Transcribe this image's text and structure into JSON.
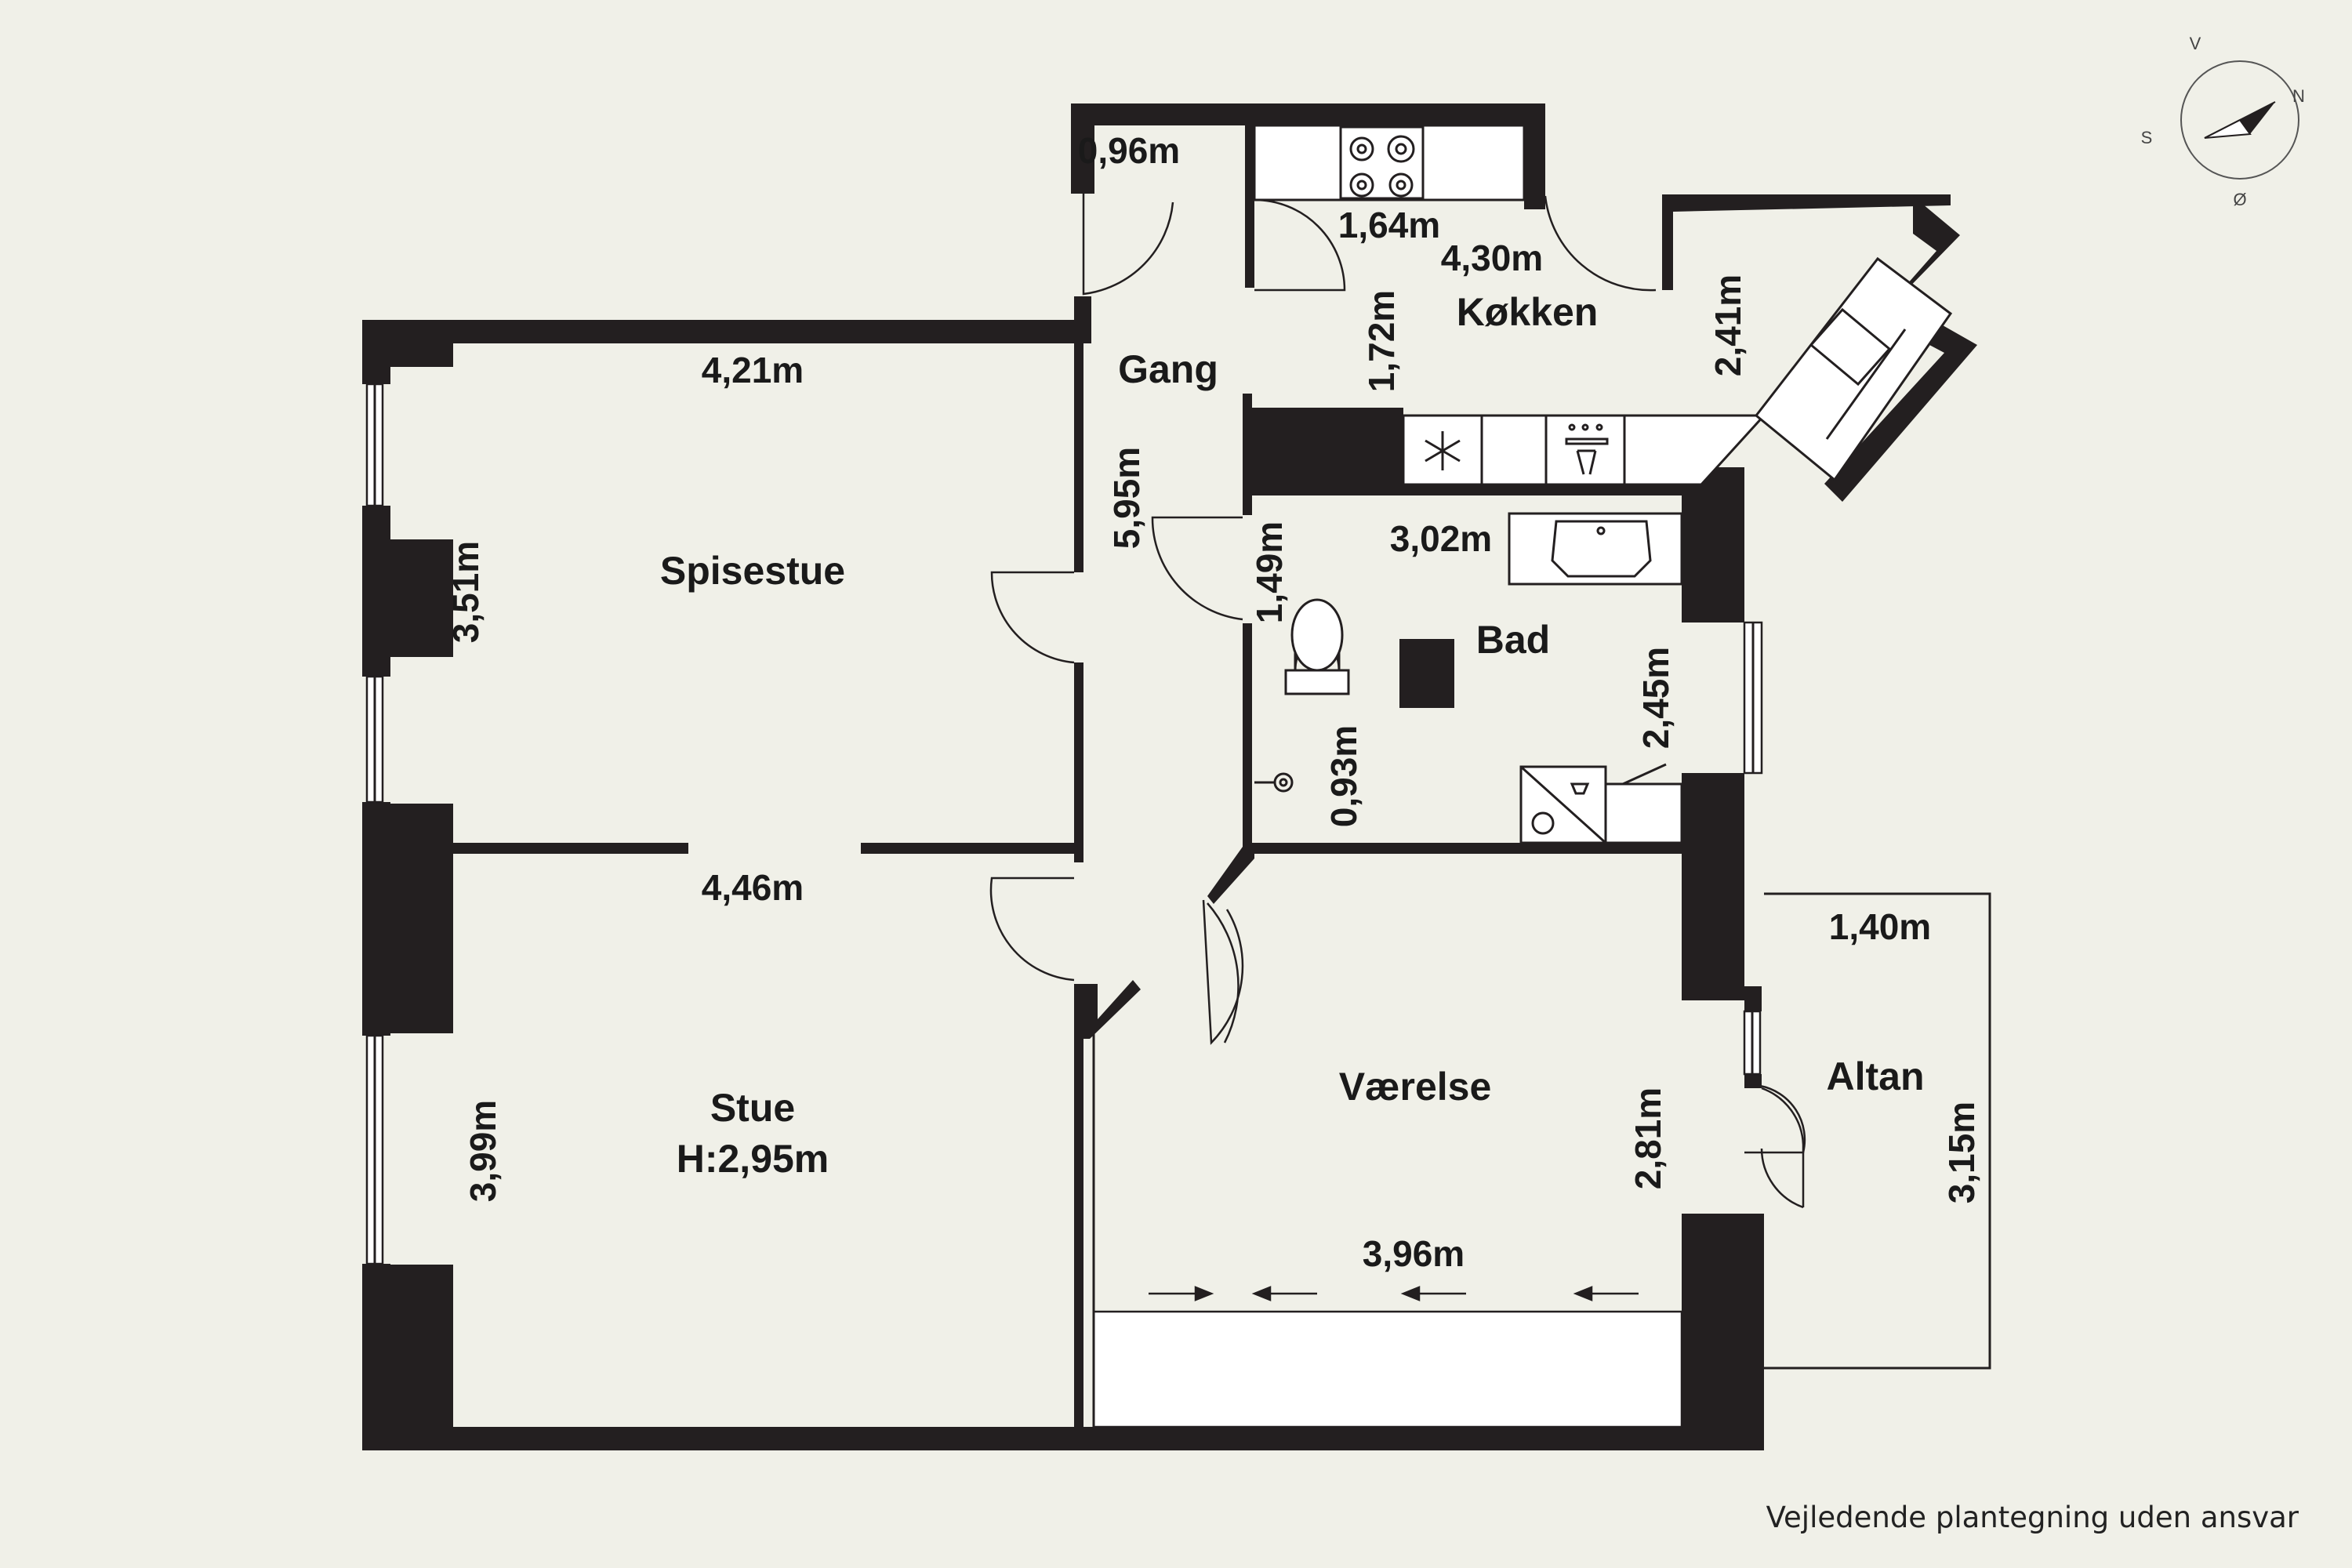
{
  "rooms": {
    "spisestue": "Spisestue",
    "stue": "Stue",
    "stue_height": "H:2,95m",
    "gang": "Gang",
    "kokken": "Køkken",
    "bad": "Bad",
    "vaerelse": "Værelse",
    "altan": "Altan"
  },
  "dimensions": {
    "d096": "0,96m",
    "d164": "1,64m",
    "d430": "4,30m",
    "d172": "1,72m",
    "d241": "2,41m",
    "d421": "4,21m",
    "d595": "5,95m",
    "d351": "3,51m",
    "d302": "3,02m",
    "d149": "1,49m",
    "d245": "2,45m",
    "d093": "0,93m",
    "d446": "4,46m",
    "d140": "1,40m",
    "d399": "3,99m",
    "d281": "2,81m",
    "d315": "3,15m",
    "d396": "3,96m"
  },
  "compass": {
    "n": "N",
    "s": "S",
    "v": "V",
    "o": "Ø"
  },
  "disclaimer": "Vejledende plantegning uden ansvar",
  "colors": {
    "background": "#f0f0e8",
    "wall": "#231f20",
    "fixture": "#ffffff"
  },
  "icons": {
    "compass": "compass-icon",
    "stove": "stove-icon",
    "sink": "sink-icon",
    "fridge": "snowflake-icon",
    "dishwasher": "dishwasher-icon",
    "toilet": "toilet-icon",
    "shower": "shower-icon",
    "washer": "washing-machine-icon"
  }
}
